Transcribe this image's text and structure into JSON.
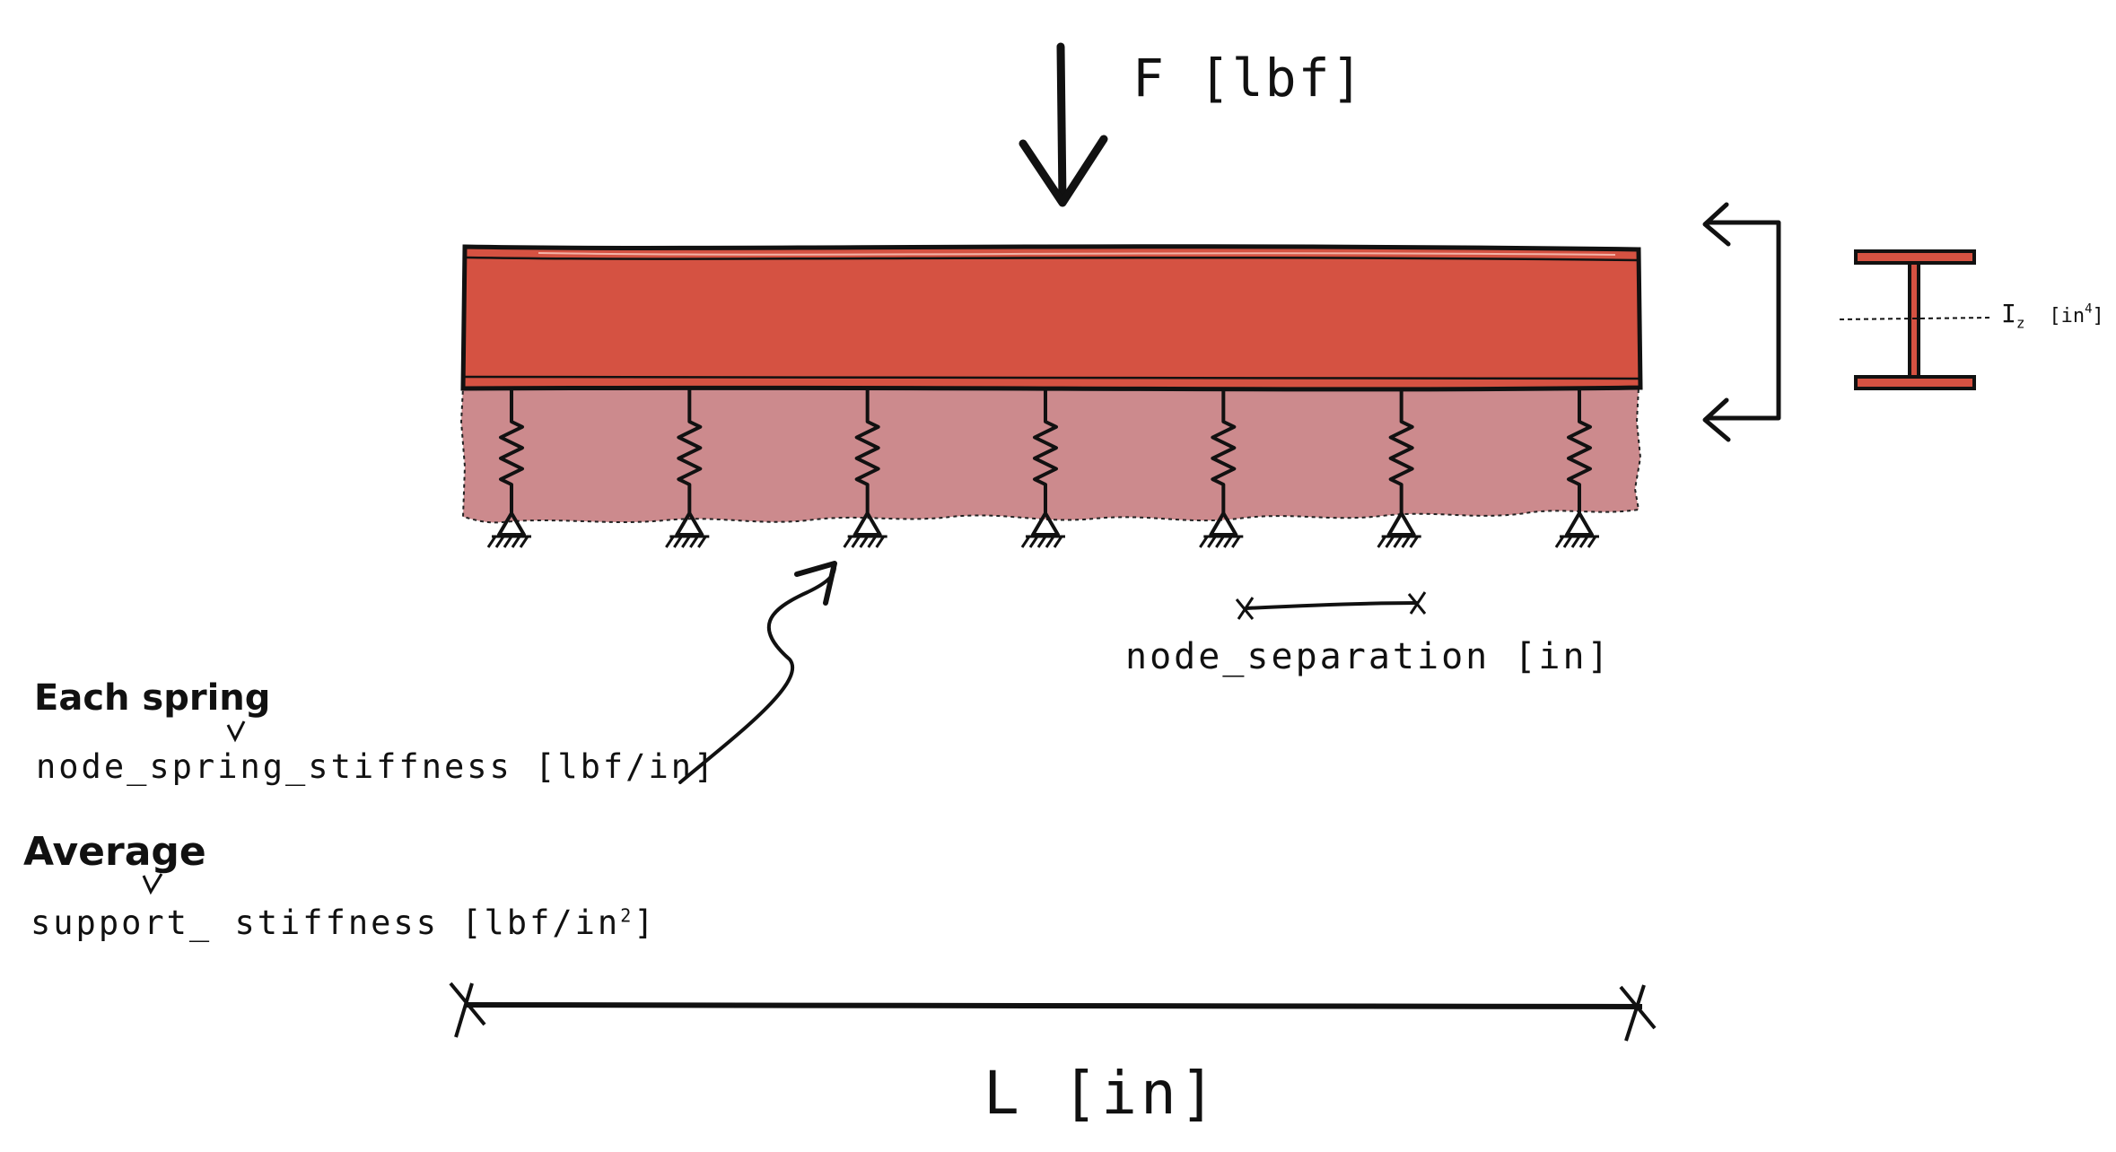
{
  "labels": {
    "force": "F [lbf]",
    "inertia_symbol": "I",
    "inertia_subscript": "z",
    "inertia_unit": "[in",
    "inertia_unit_exp": "4",
    "inertia_unit_close": "]",
    "node_separation": "node_separation [in]",
    "each_spring_heading": "Each spring",
    "node_spring_stiffness": "node_spring_stiffness [lbf/in]",
    "average_heading": "Average",
    "support_stiffness_prefix": "support_ stiffness [lbf/in",
    "support_stiffness_exp": "2",
    "support_stiffness_close": "]",
    "length": "L [in]"
  },
  "colors": {
    "beam_fill": "#d55242",
    "foundation_fill": "#cc8a8d",
    "ink": "#111111",
    "section_fill": "#d55242"
  },
  "springs": {
    "count": 7
  }
}
